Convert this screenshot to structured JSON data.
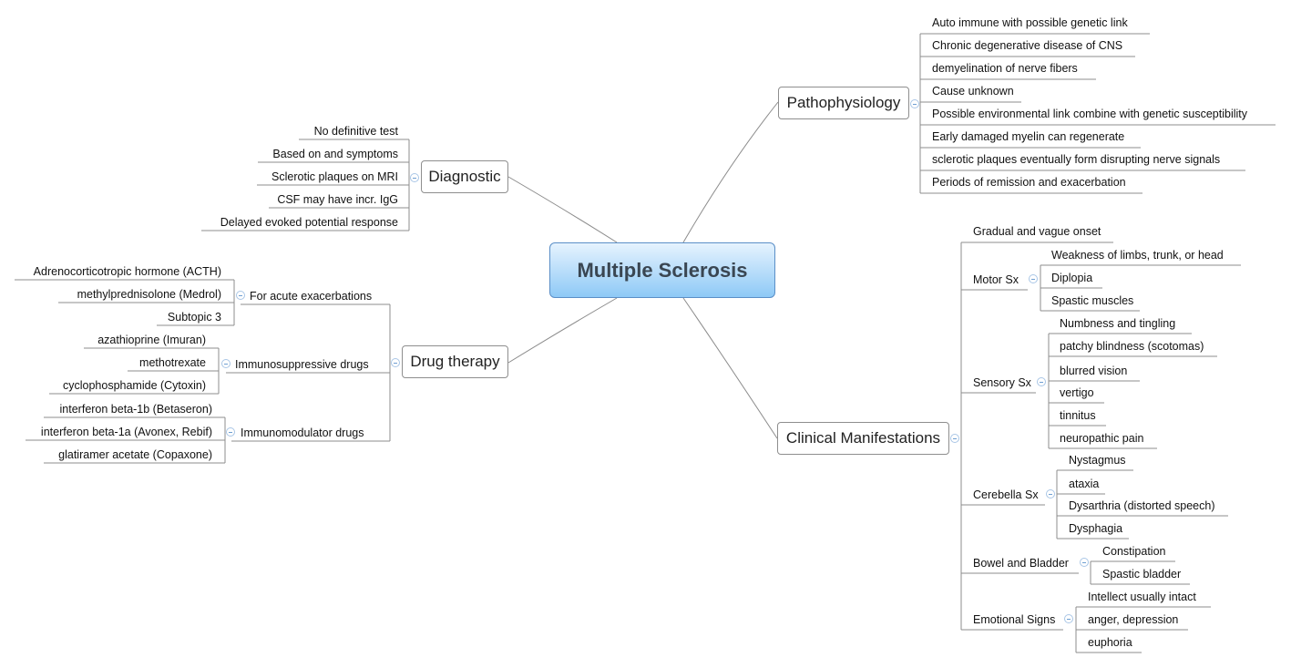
{
  "title": "Multiple Sclerosis",
  "diagnostic": {
    "label": "Diagnostic",
    "items": [
      "No definitive test",
      "Based on and symptoms",
      "Sclerotic plaques on MRI",
      "CSF may have incr. IgG",
      "Delayed evoked potential response"
    ]
  },
  "drug": {
    "label": "Drug therapy",
    "groups": [
      {
        "label": "For acute exacerbations",
        "items": [
          "Adrenocorticotropic hormone (ACTH)",
          "methylprednisolone (Medrol)",
          "Subtopic 3"
        ]
      },
      {
        "label": "Immunosuppressive drugs",
        "items": [
          "azathioprine (Imuran)",
          "methotrexate",
          "cyclophosphamide (Cytoxin)"
        ]
      },
      {
        "label": "Immunomodulator drugs",
        "items": [
          "interferon beta-1b (Betaseron)",
          "interferon beta-1a (Avonex, Rebif)",
          "glatiramer acetate (Copaxone)"
        ]
      }
    ]
  },
  "patho": {
    "label": "Pathophysiology",
    "items": [
      "Auto immune with possible genetic link",
      "Chronic degenerative disease of CNS",
      "demyelination of nerve fibers",
      "Cause unknown",
      "Possible environmental link combine with genetic susceptibility",
      "Early damaged myelin can regenerate",
      "sclerotic plaques eventually form disrupting nerve signals",
      "Periods of remission and exacerbation"
    ]
  },
  "clinical": {
    "label": "Clinical Manifestations",
    "onset": "Gradual and vague onset",
    "groups": [
      {
        "label": "Motor Sx",
        "items": [
          "Weakness of limbs, trunk, or head",
          "Diplopia",
          "Spastic muscles"
        ]
      },
      {
        "label": "Sensory Sx",
        "items": [
          "Numbness and tingling",
          "patchy blindness (scotomas)",
          "blurred vision",
          "vertigo",
          "tinnitus",
          "neuropathic pain"
        ]
      },
      {
        "label": "Cerebella Sx",
        "items": [
          "Nystagmus",
          "ataxia",
          "Dysarthria (distorted speech)",
          "Dysphagia"
        ]
      },
      {
        "label": "Bowel and Bladder",
        "items": [
          "Constipation",
          "Spastic bladder"
        ]
      },
      {
        "label": "Emotional Signs",
        "items": [
          "Intellect usually intact",
          "anger, depression",
          "euphoria"
        ]
      }
    ]
  }
}
